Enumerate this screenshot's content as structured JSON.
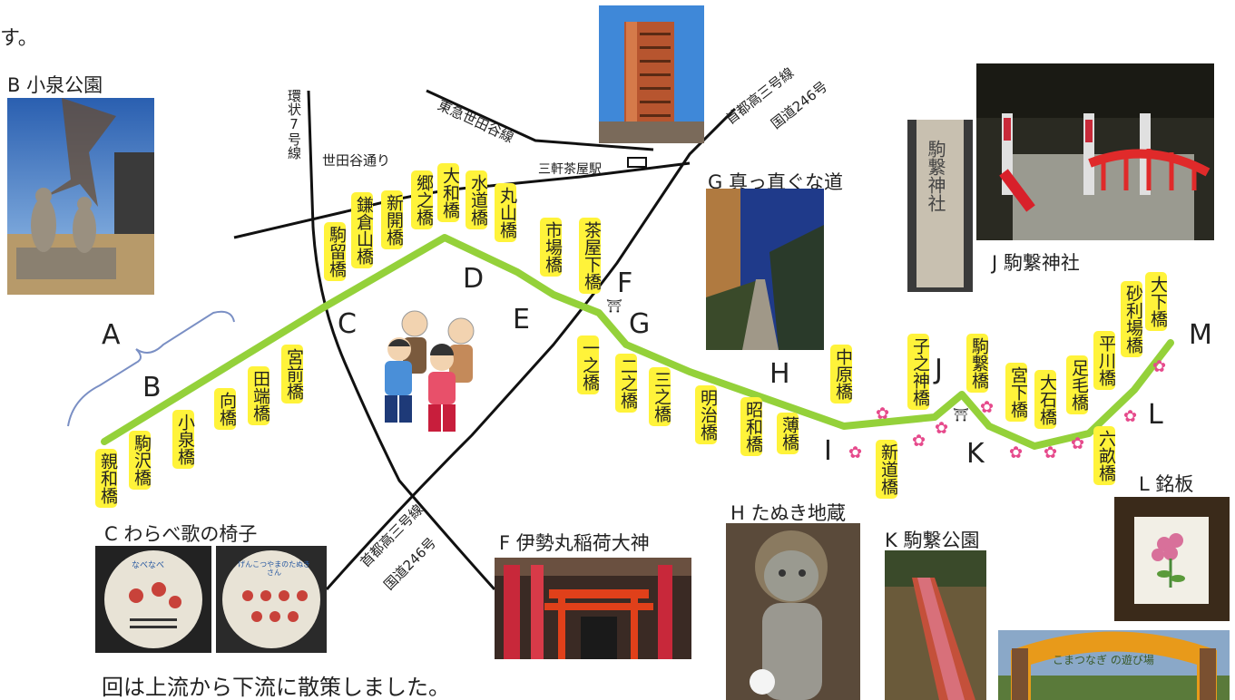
{
  "top_note": "す。",
  "bottom_note": "回は上流から下流に散策しました。",
  "colors": {
    "river": "#94d13a",
    "label_bg": "#fff33a",
    "sakura": "#e64a8c",
    "brace": "#7a8fc4",
    "road": "#111111"
  },
  "roads": {
    "kanjo7": "環状7号線",
    "setagaya_dori": "世田谷通り",
    "tokyu": "東急世田谷線",
    "shutoko_top": "首都高三号線",
    "route246_top": "国道246号",
    "shutoko_bottom": "首都高三号線",
    "route246_bottom": "国道246号",
    "station": "三軒茶屋駅"
  },
  "bridges": [
    "親和橋",
    "駒沢橋",
    "小泉橋",
    "向橋",
    "田端橋",
    "宮前橋",
    "駒留橋",
    "鎌倉山橋",
    "新開橋",
    "郷之橋",
    "大和橋",
    "水道橋",
    "丸山橋",
    "市場橋",
    "茶屋下橋",
    "一之橋",
    "二之橋",
    "三之橋",
    "明治橋",
    "昭和橋",
    "薄橋",
    "中原橋",
    "新道橋",
    "子之神橋",
    "駒繋橋",
    "宮下橋",
    "大石橋",
    "足毛橋",
    "平川橋",
    "六畝橋",
    "砂利場橋",
    "大下橋"
  ],
  "letters": [
    "A",
    "B",
    "C",
    "D",
    "E",
    "F",
    "G",
    "H",
    "I",
    "J",
    "K",
    "L",
    "M"
  ],
  "photos": {
    "B": "B 小泉公園",
    "C": "C わらべ歌の椅子",
    "F": "F 伊勢丸稲荷大神",
    "G": "G 真っ直ぐな道",
    "H": "H たぬき地蔵",
    "J": "J 駒繋神社",
    "K": "K 駒繋公園",
    "L": "L 銘板"
  },
  "sign_text": {
    "chair1_title": "なべなべ",
    "chair2_title": "げんこつやまのたぬきさん",
    "shrine_stone": "駒繋神社",
    "arch": "こまつなぎ  の遊び場"
  }
}
